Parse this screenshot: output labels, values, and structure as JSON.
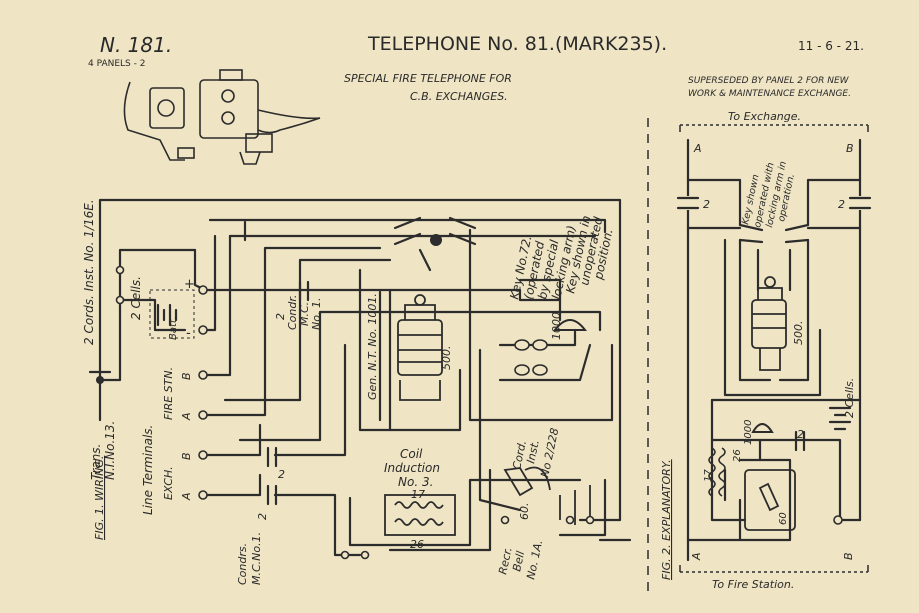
{
  "header": {
    "drawing_no": "N. 181.",
    "panels": "4 PANELS - 2",
    "title": "TELEPHONE  No. 81.(MARK235).",
    "date": "11 - 6 - 21.",
    "subtitle_1": "SPECIAL FIRE TELEPHONE FOR",
    "subtitle_2": "C.B. EXCHANGES.",
    "superseded_1": "SUPERSEDED BY PANEL 2 FOR NEW",
    "superseded_2": "WORK & MAINTENANCE EXCHANGE."
  },
  "fig1": {
    "caption": "FIG. 1. WIRING.",
    "cords_inst": "2 Cords. Inst. No. 1/16E.",
    "trans": "Trans.",
    "trans_no": "N.I.No.13.",
    "cells": "2 Cells.",
    "batt": "Batt.",
    "plus": "+",
    "minus": "-",
    "line_terminals": "Line Terminals.",
    "exch": "EXCH.",
    "fire_stn": "FIRE STN.",
    "term_a": "A",
    "term_b": "B",
    "condr_1": "2",
    "condr_2": "Condr.",
    "condr_3": "M.C.",
    "condr_4": "No. 1.",
    "condrs_1": "Condrs.",
    "condrs_2": "M.C.No.1.",
    "cap_2a": "2",
    "cap_2b": "2",
    "gen": "Gen. N.T. No. 1001.",
    "gen_500": "500.",
    "key_1": "Key No.72.",
    "key_2": "(operated",
    "key_3": "by special",
    "key_4": "locking arm)",
    "key_5": "Key shown in",
    "key_6": "unoperated",
    "key_7": "position.",
    "bell_1000": "1000",
    "coil_1": "Coil",
    "coil_2": "Induction",
    "coil_3": "No. 3.",
    "coil_17": "17",
    "coil_26": "26",
    "cord_1": "Cord.",
    "cord_2": "Inst.",
    "cord_3": "No 2/228",
    "recr_1": "Recr.",
    "recr_2": "Bell",
    "recr_3": "No. 1A.",
    "recr_60": "60."
  },
  "fig2": {
    "caption": "FIG. 2. EXPLANATORY.",
    "to_exchange": "To Exchange.",
    "to_fire": "To Fire Station.",
    "a": "A",
    "b": "B",
    "cap_2": "2",
    "key_1": "Key shown",
    "key_2": "operated with",
    "key_3": "locking arm in",
    "key_4": "operation.",
    "gen_500": "500.",
    "bell_1000": "1000",
    "cap_mid": "2",
    "cells": "2 Cells.",
    "coil_17": "17",
    "coil_26": "26",
    "recr_60": "60"
  }
}
